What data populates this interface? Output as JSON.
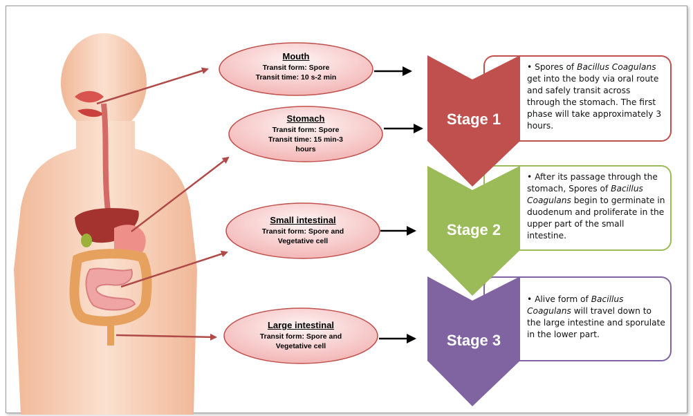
{
  "colors": {
    "stage1": "#c0504d",
    "stage2": "#9bbb59",
    "stage3": "#8064a2",
    "ellipse_fill": "#f6c4c4",
    "ellipse_stroke": "#c0504d",
    "arrow": "#b04a48",
    "skin": "#f6cdb4"
  },
  "organs": [
    {
      "title": "Mouth",
      "lines": [
        "Transit form: Spore",
        "Transit time: 10 s-2 min"
      ]
    },
    {
      "title": "Stomach",
      "lines": [
        "Transit form: Spore",
        "Transit time: 15 min-3",
        "hours"
      ]
    },
    {
      "title": "Small intestinal",
      "lines": [
        "Transit form: Spore and",
        "Vegetative cell"
      ]
    },
    {
      "title": "Large intestinal",
      "lines": [
        "Transit form: Spore and",
        "Vegetative cell"
      ]
    }
  ],
  "stages": [
    {
      "label": "Stage 1",
      "bullet": "•",
      "text_before": "Spores of ",
      "italic": "Bacillus Coagulans",
      "text_after": " get into the body via oral route and safely transit across through the stomach. The first phase will take approximately 3 hours."
    },
    {
      "label": "Stage 2",
      "bullet": "•",
      "text_before": "After its passage through the stomach, Spores of ",
      "italic": "Bacillus Coagulans",
      "text_after": " begin to germinate in duodenum and proliferate in the upper part of the small intestine."
    },
    {
      "label": "Stage 3",
      "bullet": "•",
      "text_before": "Alive form of ",
      "italic": "Bacillus Coagulans",
      "text_after": " will travel down to the large intestine and sporulate in the lower part."
    }
  ]
}
